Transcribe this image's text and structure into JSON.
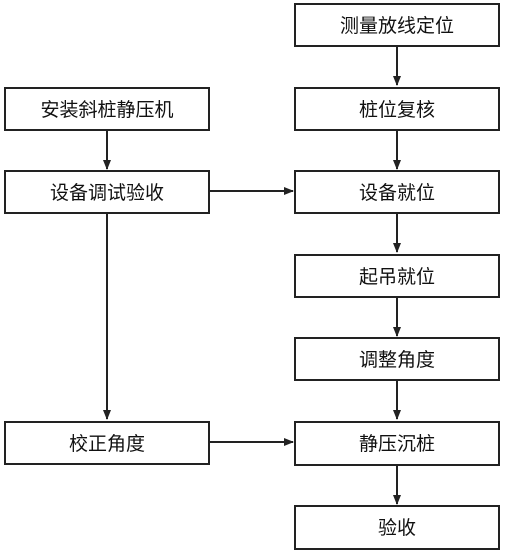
{
  "flowchart": {
    "nodes": {
      "survey": "测量放线定位",
      "install_machine": "安装斜桩静压机",
      "pile_recheck": "桩位复核",
      "equipment_debug": "设备调试验收",
      "equipment_position": "设备就位",
      "hoist_position": "起吊就位",
      "adjust_angle": "调整角度",
      "correct_angle": "校正角度",
      "static_press": "静压沉桩",
      "acceptance": "验收"
    }
  }
}
